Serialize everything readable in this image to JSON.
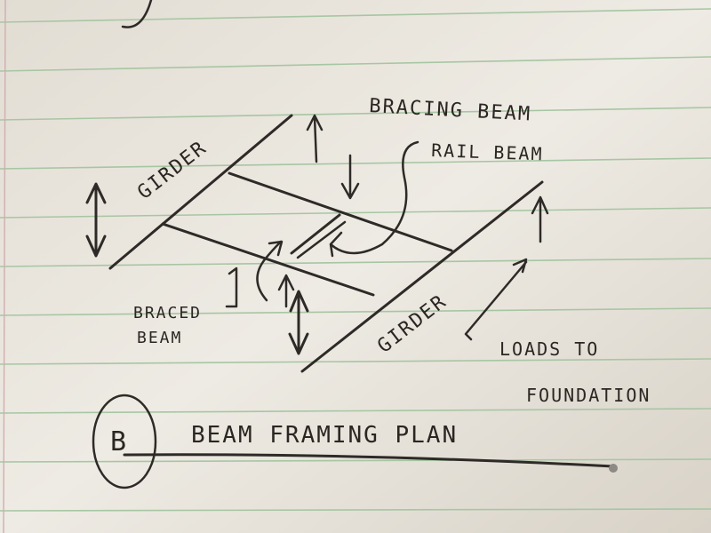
{
  "labels": {
    "bracing_beam": "BRACING BEAM",
    "rail_beam": "RAIL BEAM",
    "girder_top": "GIRDER",
    "girder_bottom": "GIRDER",
    "braced_beam_1": "BRACED",
    "braced_beam_2": "BEAM",
    "loads_to_1": "LOADS TO",
    "loads_to_2": "FOUNDATION"
  },
  "caption": {
    "marker": "B",
    "title": "BEAM FRAMING PLAN"
  },
  "colors": {
    "paper": "#eae6dd",
    "rule_line": "#9cbf9a",
    "margin_line": "#c9a3a8",
    "ink": "#2e2a27"
  }
}
